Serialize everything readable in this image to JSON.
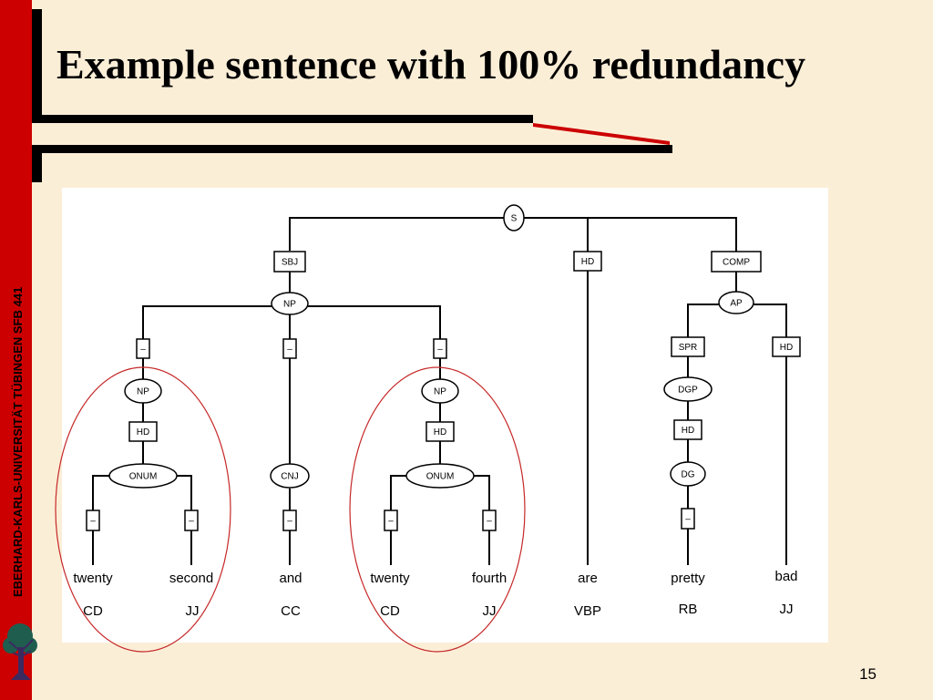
{
  "slide": {
    "title": "Example sentence with 100% redundancy",
    "page_number": "15",
    "sidebar_text": "EBERHARD-KARLS-UNIVERSITÄT TÜBINGEN   SFB 441",
    "colors": {
      "accent": "#cc0000",
      "background": "#fbeed7",
      "bar": "#000000"
    }
  },
  "tree": {
    "nodes": {
      "s": "S",
      "sbj": "SBJ",
      "hd_root": "HD",
      "comp": "COMP",
      "np_top": "NP",
      "ap": "AP",
      "dash_left": "–",
      "dash_mid": "–",
      "dash_right": "–",
      "spr": "SPR",
      "hd_ap": "HD",
      "np_left": "NP",
      "cnj": "CNJ",
      "np_right": "NP",
      "dgp": "DGP",
      "hd_left": "HD",
      "hd_right": "HD",
      "hd_dgp": "HD",
      "onum_left": "ONUM",
      "onum_right": "ONUM",
      "dg": "DG",
      "dash_l1": "–",
      "dash_l2": "–",
      "dash_cnj": "–",
      "dash_r1": "–",
      "dash_r2": "–",
      "dash_dg": "–"
    },
    "words": [
      "twenty",
      "second",
      "and",
      "twenty",
      "fourth",
      "are",
      "pretty",
      "bad"
    ],
    "tags": [
      "CD",
      "JJ",
      "CC",
      "CD",
      "JJ",
      "VBP",
      "RB",
      "JJ"
    ]
  }
}
